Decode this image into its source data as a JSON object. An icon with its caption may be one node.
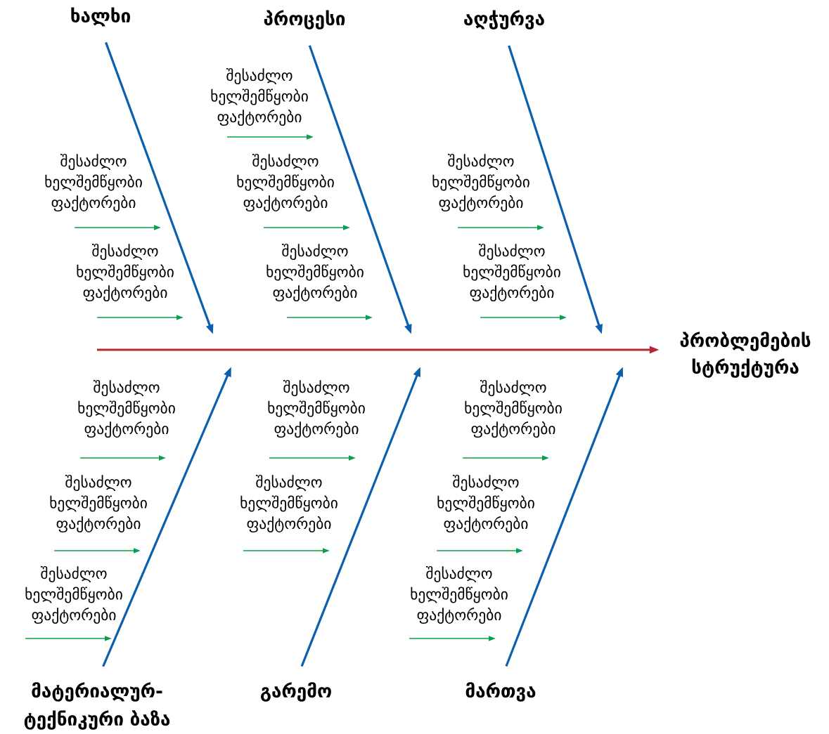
{
  "diagram": {
    "nodes": [
      {
        "text": [
          "ხალხი"
        ]
      },
      {
        "text": [
          "პროცესი"
        ]
      },
      {
        "text": [
          "აღჭურვა"
        ]
      },
      {
        "text": [
          "მატერიალურ-ტექნიკური ბაზა"
        ]
      },
      {
        "text": [
          "გარემო"
        ]
      },
      {
        "text": [
          "მართვა"
        ]
      },
      {
        "text": [
          "პრობლემების სტრუქტურა"
        ]
      }
    ],
    "edges": [
      {
        "from": 0,
        "to": null,
        "arrow": "to"
      },
      {
        "from": 1,
        "to": null,
        "arrow": "to"
      },
      {
        "from": 2,
        "to": null,
        "arrow": "to"
      },
      {
        "from": 3,
        "to": null,
        "arrow": "to"
      },
      {
        "from": 4,
        "to": null,
        "arrow": "to"
      },
      {
        "from": 5,
        "to": null,
        "arrow": "to"
      },
      {
        "from": null,
        "to": 6,
        "arrow": "to",
        "color": "#b32a35"
      }
    ],
    "labels": [
      "შესაძლო ხელშემწყობი ფაქტორები",
      "შესაძლო ხელშემწყობი ფაქტორები",
      "შესაძლო ხელშემწყობი ფაქტორები",
      "შესაძლო ხელშემწყობი ფაქტორები",
      "შესაძლო ხელშემწყობი ფაქტორები",
      "შესაძლო ხელშემწყობი ფაქტორები",
      "შესაძლო ხელშემწყობი ფაქტორები",
      "შესაძლო ხელშემწყობი ფაქტორები",
      "შესაძლო ხელშემწყობი ფაქტორები",
      "შესაძლო ხელშემწყობი ფაქტორები",
      "შესაძლო ხელშემწყობი ფაქტორები",
      "შესაძლო ხელშემწყობი ფაქტორები",
      "შესაძლო ხელშემწყობი ფაქტორები",
      "შესაძლო ხელშემწყობი ფაქტორები",
      "შესაძლო ხელშემწყობი ფაქტორები"
    ]
  }
}
